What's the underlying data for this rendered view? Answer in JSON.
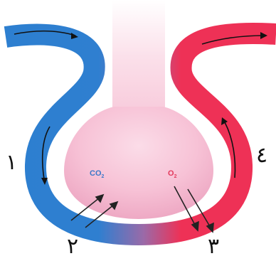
{
  "labels": {
    "n1": "١",
    "n2": "٢",
    "n3": "٣",
    "n4": "٤"
  },
  "gases": {
    "co2_main": "CO",
    "co2_sub": "2",
    "o2_main": "O",
    "o2_sub": "2"
  },
  "colors": {
    "deoxygenated": "#2d7fd0",
    "oxygenated": "#ee3156",
    "alveolus": "#f7c0d6",
    "co2_text": "#3b78c9",
    "o2_text": "#e33a5d",
    "arrows": "#222222",
    "flow_arrows": "#111111"
  }
}
